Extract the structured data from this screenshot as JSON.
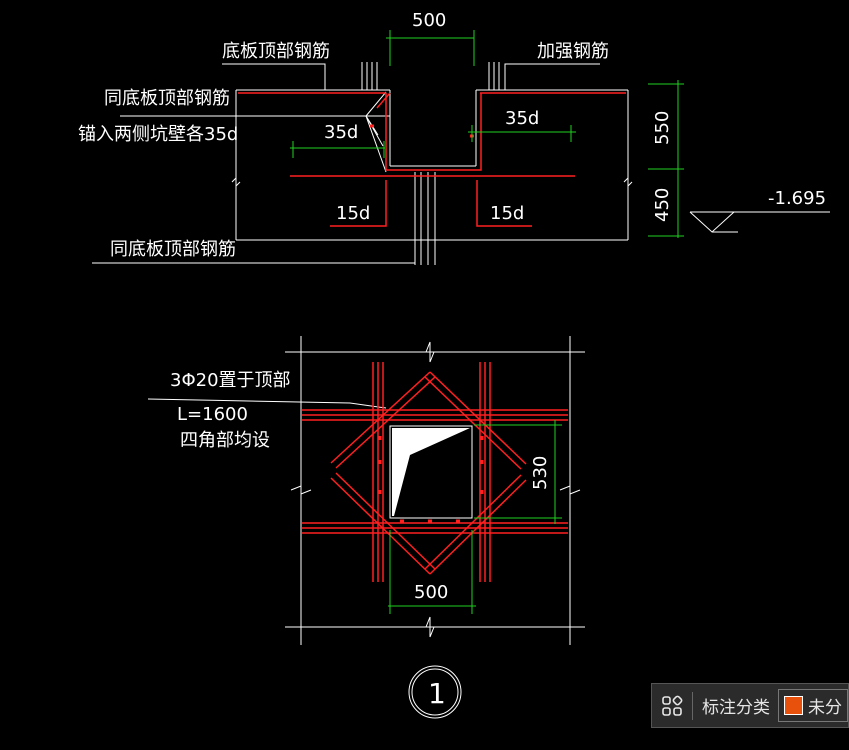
{
  "colors": {
    "background": "#000000",
    "rebar": "#ff2020",
    "dimension": "#20d020",
    "line": "#ffffff",
    "category_swatch": "#e8510c"
  },
  "section": {
    "labels": {
      "bottom_top_rebar": "底板顶部钢筋",
      "reinforcement_rebar": "加强钢筋",
      "same_as_top_rebar_1": "同底板顶部钢筋",
      "anchor_note": "锚入两侧坑壁各35d",
      "same_as_top_rebar_2": "同底板顶部钢筋"
    },
    "dims": {
      "width_top": "500",
      "anchor_left": "35d",
      "anchor_right": "35d",
      "hook_left": "15d",
      "hook_right": "15d",
      "depth_upper": "550",
      "depth_lower": "450"
    },
    "elevation": "-1.695"
  },
  "plan": {
    "note_line_1": "3Φ20置于顶部",
    "note_line_2": "L=1600",
    "note_line_3": "四角部均设",
    "dim_height": "530",
    "dim_width": "500"
  },
  "detail_number": "1",
  "toolbar": {
    "icon": "grid-icon",
    "label": "标注分类",
    "category_value": "未分"
  }
}
